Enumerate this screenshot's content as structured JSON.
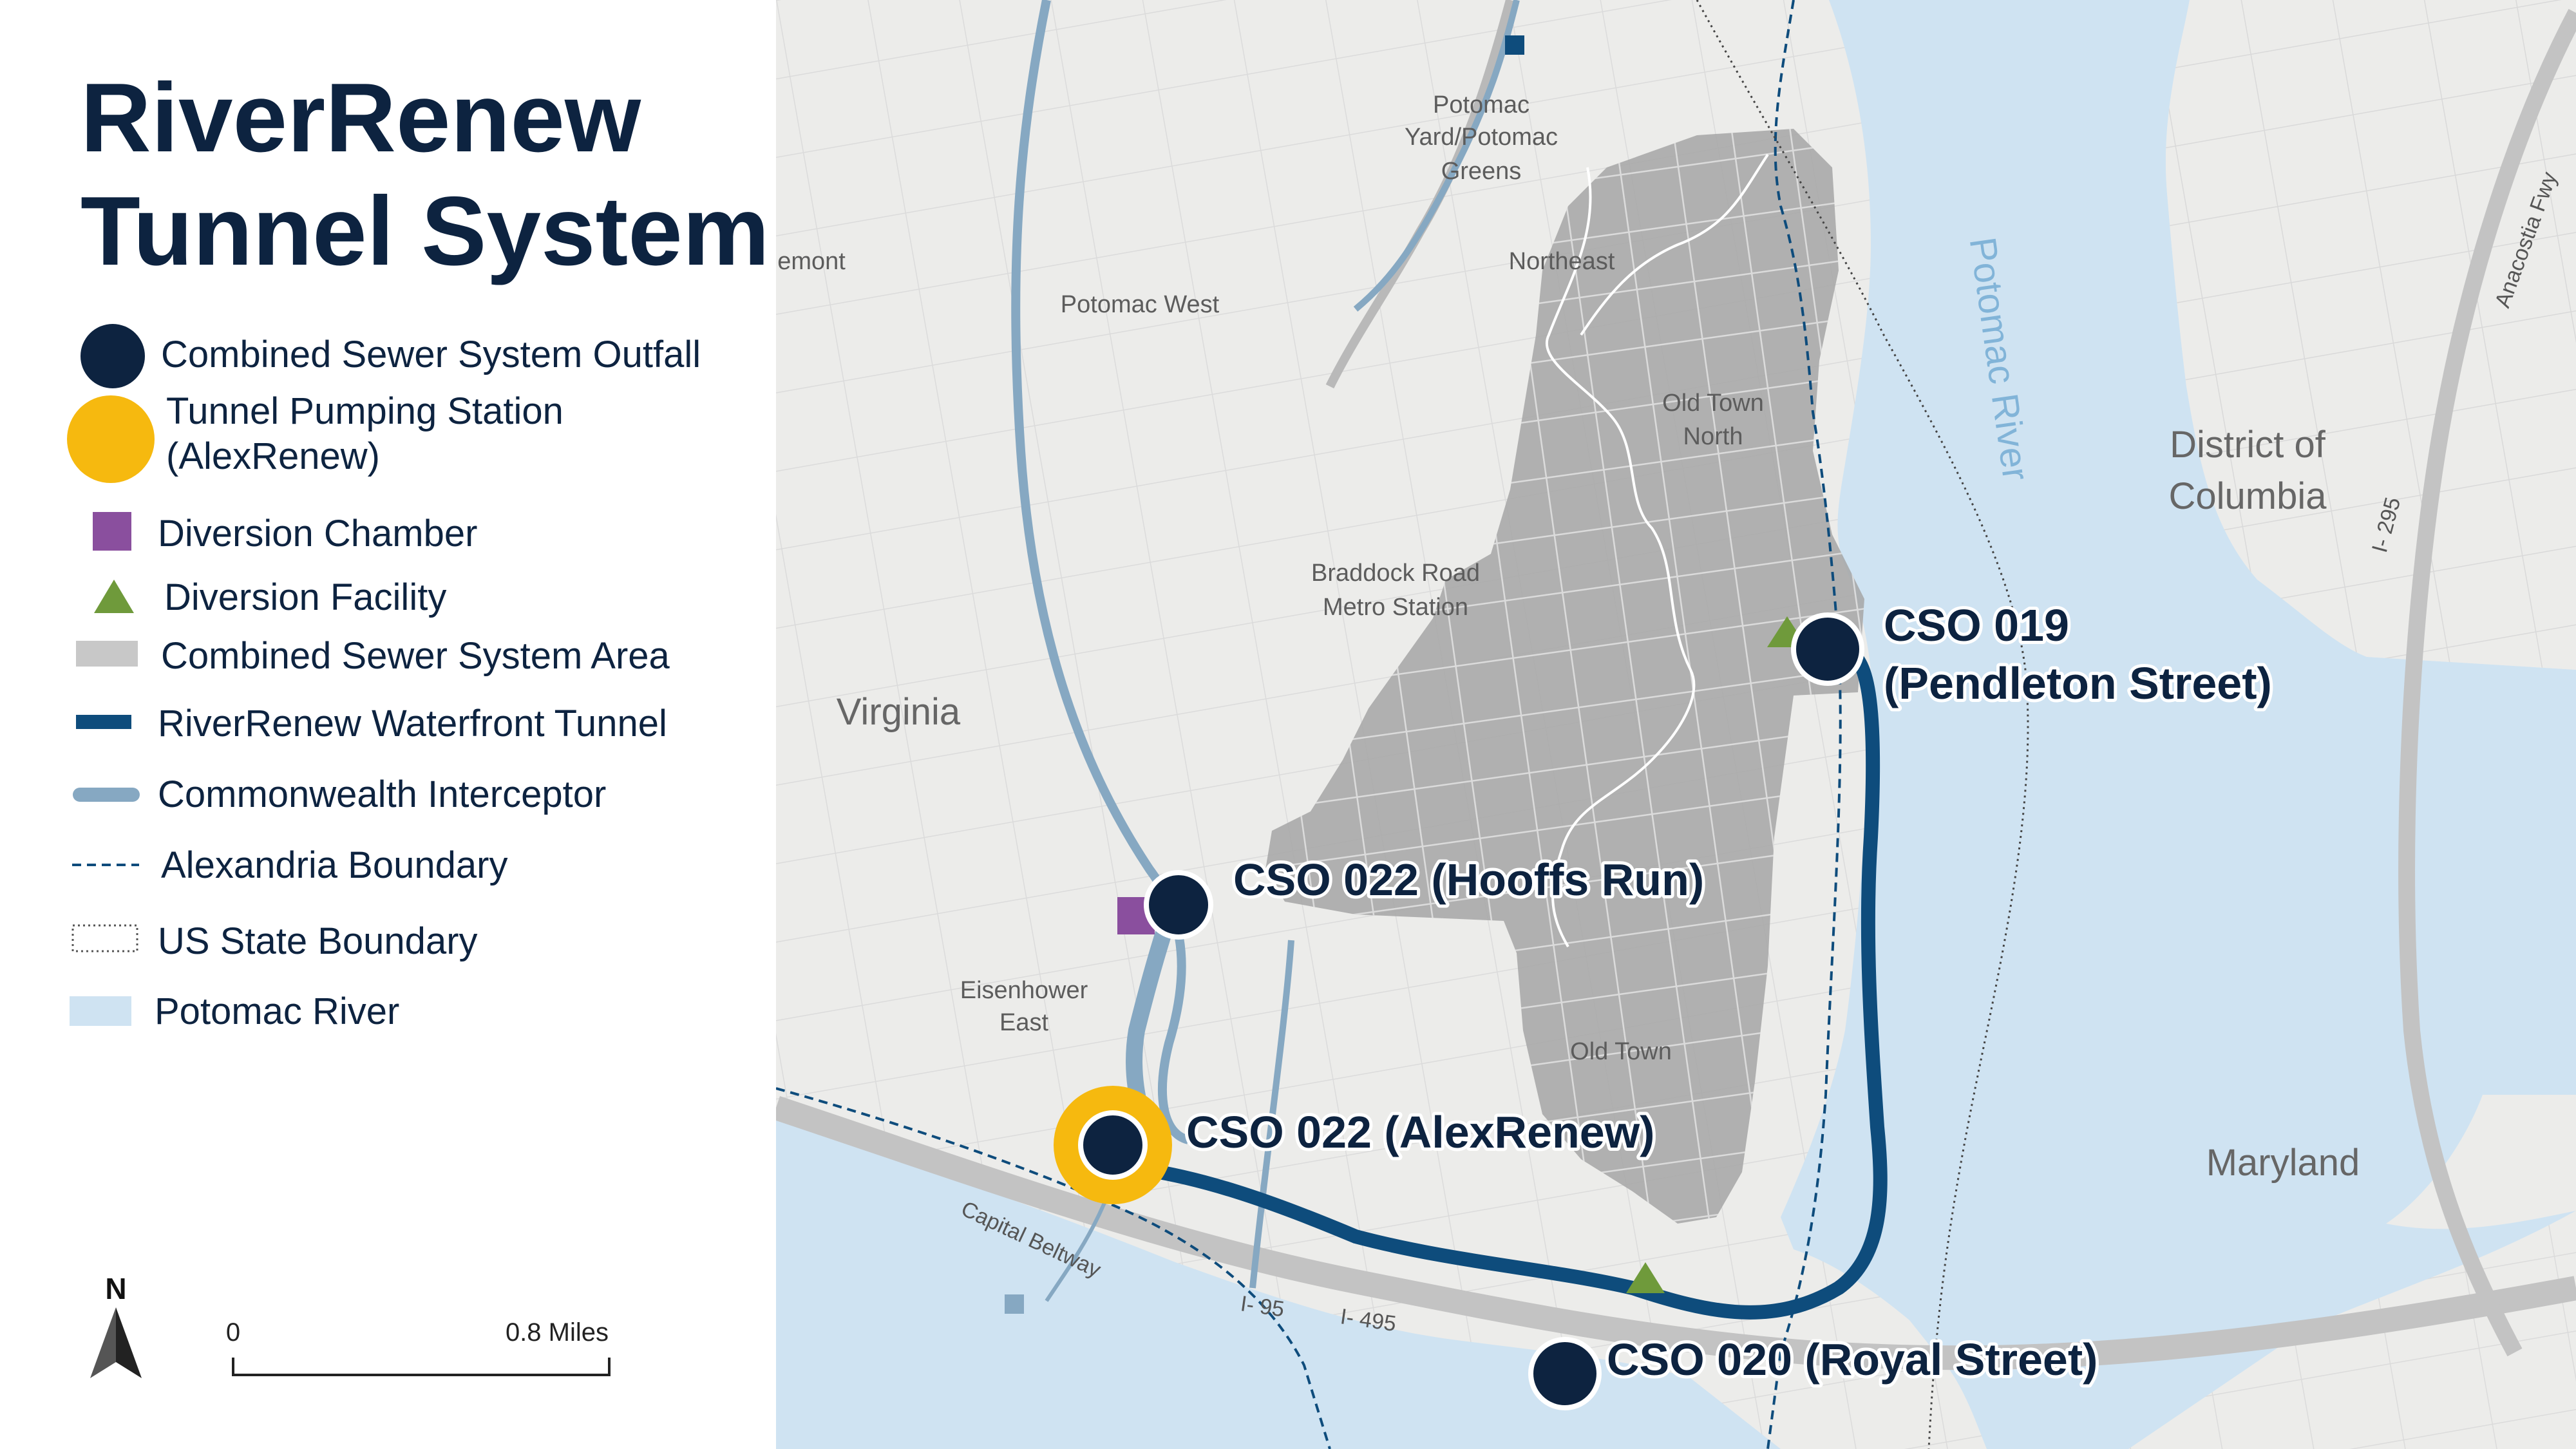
{
  "title_line1": "RiverRenew",
  "title_line2": "Tunnel System",
  "legend": {
    "outfall": "Combined Sewer System Outfall",
    "pumping_line1": "Tunnel Pumping Station",
    "pumping_line2": "(AlexRenew)",
    "chamber": "Diversion Chamber",
    "facility": "Diversion Facility",
    "area": "Combined Sewer System Area",
    "tunnel": "RiverRenew Waterfront Tunnel",
    "interceptor": "Commonwealth Interceptor",
    "alex_boundary": "Alexandria Boundary",
    "state_boundary": "US State Boundary",
    "river": "Potomac River"
  },
  "scale": {
    "start": "0",
    "end": "0.8 Miles"
  },
  "north": "N",
  "places": {
    "potomac_yard_1": "Potomac",
    "potomac_yard_2": "Yard/Potomac",
    "potomac_yard_3": "Greens",
    "northeast": "Northeast",
    "potomac_west": "Potomac West",
    "old_town_north_1": "Old Town",
    "old_town_north_2": "North",
    "braddock_1": "Braddock Road",
    "braddock_2": "Metro Station",
    "virginia": "Virginia",
    "eisenhower_1": "Eisenhower",
    "eisenhower_2": "East",
    "old_town": "Old Town",
    "dc_1": "District of",
    "dc_2": "Columbia",
    "maryland": "Maryland",
    "potomac_river": "Potomac River",
    "belmont": "emont",
    "capital_beltway": "Capital Beltway",
    "i95": "I- 95",
    "i495": "I- 495",
    "i295": "I- 295",
    "anacostia": "Anacostia Fwy"
  },
  "sites": {
    "cso019_1": "CSO 019",
    "cso019_2": "(Pendleton Street)",
    "cso022_hooffs": "CSO 022 (Hooffs Run)",
    "cso022_alex": "CSO 022 (AlexRenew)",
    "cso020": "CSO 020 (Royal Street)"
  },
  "colors": {
    "navy": "#0d2340",
    "tunnel": "#0e4c7c",
    "interceptor": "#86a8c2",
    "river": "#cfe3f2",
    "area": "#a6a6a6",
    "pumping": "#f6b90f",
    "chamber": "#8a4f9e",
    "facility": "#6f9a3b"
  }
}
